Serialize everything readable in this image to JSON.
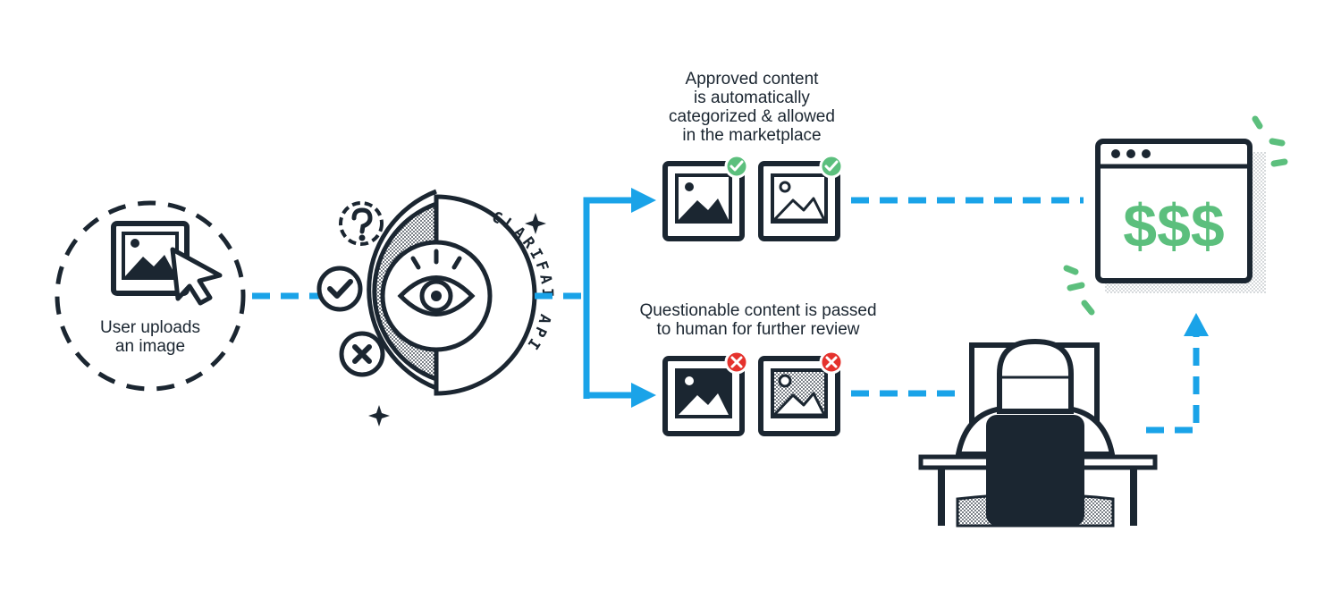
{
  "upload": {
    "label_line1": "User uploads",
    "label_line2": "an image"
  },
  "api": {
    "label": "CLARIFAI API"
  },
  "approved": {
    "line1": "Approved content",
    "line2": "is automatically",
    "line3": "categorized & allowed",
    "line4": "in the marketplace"
  },
  "questionable": {
    "line1": "Questionable content is passed",
    "line2": "to human for further review"
  },
  "marketplace": {
    "price": "$$$"
  },
  "colors": {
    "ink": "#1b2631",
    "flow_blue": "#1aa3e8",
    "approve_green": "#5cbf7d",
    "reject_red": "#e5322d",
    "money_green": "#5cbf7d"
  }
}
